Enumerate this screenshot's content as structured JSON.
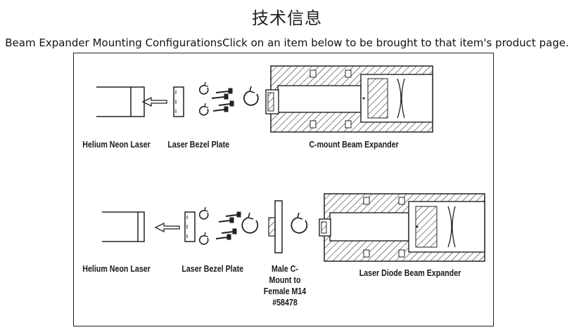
{
  "page": {
    "title": "技术信息",
    "intro": "Beam Expander Mounting ConfigurationsClick on an item below to be brought to that item's product page."
  },
  "diagram": {
    "row1": {
      "helium_neon_laser": "Helium Neon Laser",
      "laser_bezel_plate": "Laser Bezel Plate",
      "c_mount_beam_expander": "C-mount Beam Expander"
    },
    "row2": {
      "helium_neon_laser": "Helium Neon Laser",
      "laser_bezel_plate": "Laser Bezel Plate",
      "male_c_mount_adapter": [
        "Male C-",
        "Mount to",
        "Female M14",
        "#58478"
      ],
      "laser_diode_beam_expander": "Laser Diode Beam Expander"
    }
  }
}
